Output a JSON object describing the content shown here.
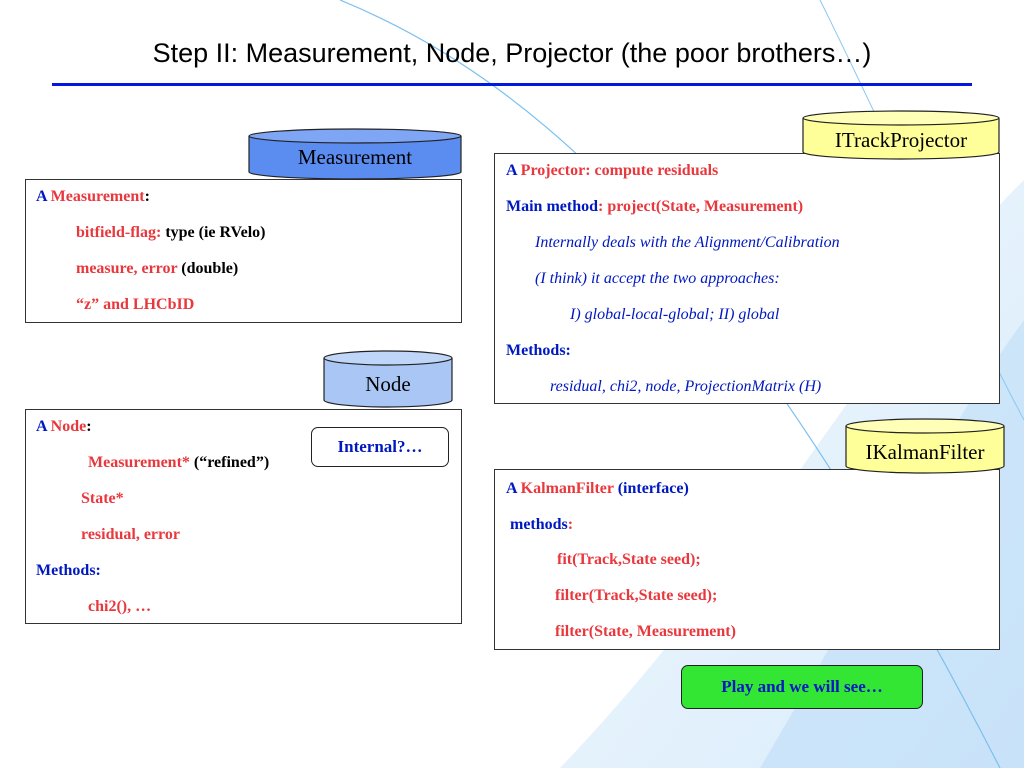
{
  "title": "Step II: Measurement, Node, Projector (the poor brothers…)",
  "colors": {
    "blue": "#0018c0",
    "red": "#e8383d",
    "cylinder_blue": "#5b8cf0",
    "cylinder_lightblue": "#a9c6f5",
    "cylinder_yellow": "#ffff99",
    "play_green": "#33e633"
  },
  "measurement": {
    "header": "Measurement",
    "l1a": "A ",
    "l1b": "Measurement",
    "l1c": ":",
    "l2a": "bitfield-flag: ",
    "l2b": "type  (ie RVelo)",
    "l3a": "measure, error ",
    "l3b": "(double)",
    "l4": "“z” and LHCbID"
  },
  "node": {
    "header": "Node",
    "l1a": "A  ",
    "l1b": "Node",
    "l1c": ":",
    "l2a": "Measurement* ",
    "l2b": "(“refined”)",
    "l3": "State*",
    "l4": "residual, error",
    "l5": "Methods:",
    "l6": "chi2(), …",
    "callout": "Internal?…"
  },
  "projector": {
    "header": "ITrackProjector",
    "l1a": "A ",
    "l1b": "Projector: compute residuals",
    "l2a": "Main method",
    "l2b": ": project(State, Measurement)",
    "l3": "Internally deals with the Alignment/Calibration",
    "l4": "(I think) it accept the two approaches:",
    "l5": "I) global-local-global; II) global",
    "l6": "Methods:",
    "l7": "residual, chi2, node, ProjectionMatrix (H)"
  },
  "kalman": {
    "header": "IKalmanFilter",
    "l1a": "A ",
    "l1b": "KalmanFilter ",
    "l1c": "(interface)",
    "l2a": "methods",
    "l2b": ":",
    "l3": "fit(Track,State seed);",
    "l4": "filter(Track,State seed);",
    "l5": "filter(State, Measurement)"
  },
  "play_button": "Play and we will see…"
}
